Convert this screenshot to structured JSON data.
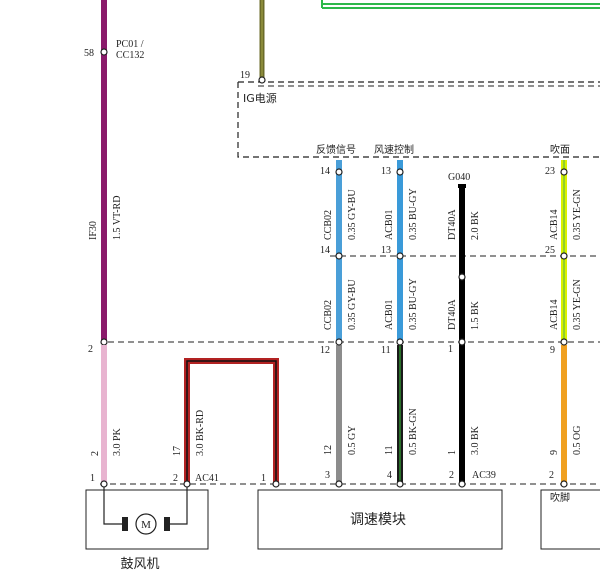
{
  "ig_box": {
    "label": "IG电源",
    "pin": "19"
  },
  "left_wire": {
    "top_pin": "58",
    "top_connector": [
      "PC01 /",
      "CC132"
    ],
    "circuit": "IF30",
    "spec": "1.5 VT-RD",
    "mid_pin": "2",
    "lower_circuit": "2",
    "lower_spec": "3.0 PK",
    "bottom_pin": "1"
  },
  "blower": {
    "title": "鼓风机",
    "motor": "M",
    "pin1": "1",
    "pin2": "2",
    "connector": "AC41"
  },
  "bk_rd_wire": {
    "circuit": "17",
    "spec": "3.0 BK-RD",
    "end_pin": "1"
  },
  "module": {
    "title": "调速模块",
    "pins": [
      "3",
      "4",
      "2"
    ],
    "connector": "AC39"
  },
  "signals": {
    "feedback": {
      "label": "反馈信号",
      "pin_top": "14",
      "circuit": "CCB02",
      "spec": "0.35 GY-BU",
      "pin_mid": "14",
      "circuit2": "CCB02",
      "spec2": "0.35 GY-BU",
      "pin_low": "12",
      "circuit3": "12",
      "spec3": "0.5 GY"
    },
    "speed": {
      "label": "风速控制",
      "pin_top": "13",
      "circuit": "ACB01",
      "spec": "0.35 BU-GY",
      "pin_mid": "13",
      "circuit2": "ACB01",
      "spec2": "0.35 BU-GY",
      "pin_low": "11",
      "circuit3": "11",
      "spec3": "0.5 BK-GN"
    },
    "ground": {
      "label": "G040",
      "circuit": "DT40A",
      "spec": "2.0 BK",
      "circuit2": "DT40A",
      "spec2": "1.5 BK",
      "pin_low": "1",
      "circuit3": "1",
      "spec3": "3.0 BK"
    },
    "face": {
      "label": "吹面",
      "pin_top": "23",
      "circuit": "ACB14",
      "spec": "0.35 YE-GN",
      "pin_mid": "25",
      "circuit2": "ACB14",
      "spec2": "0.35 YE-GN",
      "pin_low": "9",
      "circuit3": "9",
      "spec3": "0.5 OG",
      "bottom_pin": "2",
      "bottom_label": "吹脚"
    }
  },
  "colors": {
    "vt_rd": "#8b1a6b",
    "pk": "#e8b4d0",
    "bk_rd_outer": "#b22222",
    "gy_bu": "#4a9fd8",
    "gy": "#8c8c8c",
    "bu_gy": "#3a9ad9",
    "bk_gn": "#1a1a1a",
    "bk": "#000000",
    "ye_gn": "#d8f000",
    "og": "#f0a020",
    "ig_wire": "#6b6b2a",
    "green_top": "#2db84a"
  }
}
